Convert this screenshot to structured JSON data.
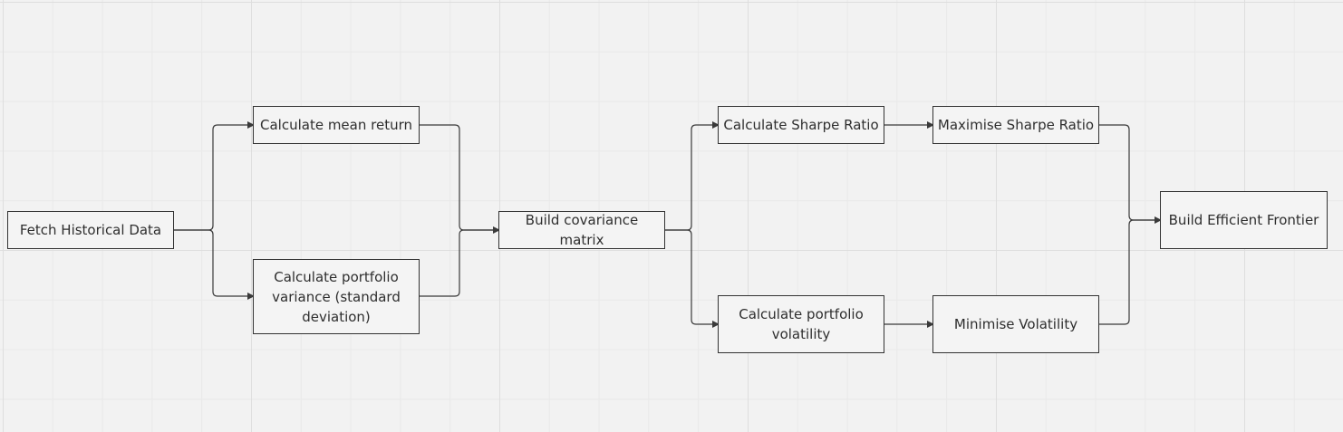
{
  "diagram": {
    "nodes": [
      {
        "id": "fetch",
        "label": "Fetch Historical Data"
      },
      {
        "id": "mean",
        "label": "Calculate mean return"
      },
      {
        "id": "variance",
        "label": "Calculate portfolio\nvariance (standard\ndeviation)"
      },
      {
        "id": "cov",
        "label": "Build covariance matrix"
      },
      {
        "id": "sharpe",
        "label": "Calculate Sharpe Ratio"
      },
      {
        "id": "volatility",
        "label": "Calculate portfolio\nvolatility"
      },
      {
        "id": "maxsharpe",
        "label": "Maximise Sharpe Ratio"
      },
      {
        "id": "minvol",
        "label": "Minimise Volatility"
      },
      {
        "id": "frontier",
        "label": "Build Efficient Frontier"
      }
    ],
    "edges": [
      {
        "from": "fetch",
        "to": "mean"
      },
      {
        "from": "fetch",
        "to": "variance"
      },
      {
        "from": "mean",
        "to": "cov"
      },
      {
        "from": "variance",
        "to": "cov"
      },
      {
        "from": "cov",
        "to": "sharpe"
      },
      {
        "from": "cov",
        "to": "volatility"
      },
      {
        "from": "sharpe",
        "to": "maxsharpe"
      },
      {
        "from": "volatility",
        "to": "minvol"
      },
      {
        "from": "maxsharpe",
        "to": "frontier"
      },
      {
        "from": "minvol",
        "to": "frontier"
      }
    ]
  }
}
